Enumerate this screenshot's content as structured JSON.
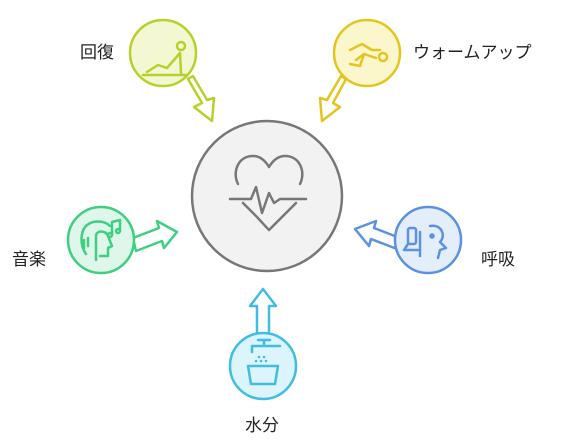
{
  "nodes": {
    "recovery": {
      "label": "回復",
      "color": "#b7d12c",
      "fill": "#f3f8d2",
      "icon": "stretching-person-icon"
    },
    "warmup": {
      "label": "ウォームアップ",
      "color": "#e3c51d",
      "fill": "#fbf6cc",
      "icon": "exercising-person-icon"
    },
    "music": {
      "label": "音楽",
      "color": "#3fcf80",
      "fill": "#dff7ea",
      "icon": "headphones-music-icon"
    },
    "breathing": {
      "label": "呼吸",
      "color": "#5a91e0",
      "fill": "#e4eefb",
      "icon": "inhaler-breathing-icon"
    },
    "hydration": {
      "label": "水分",
      "color": "#3fbde3",
      "fill": "#dcf4fb",
      "icon": "faucet-water-glass-icon"
    }
  },
  "center": {
    "icon": "heart-pulse-icon",
    "color": "#777777",
    "fill": "#f2f2f2"
  }
}
